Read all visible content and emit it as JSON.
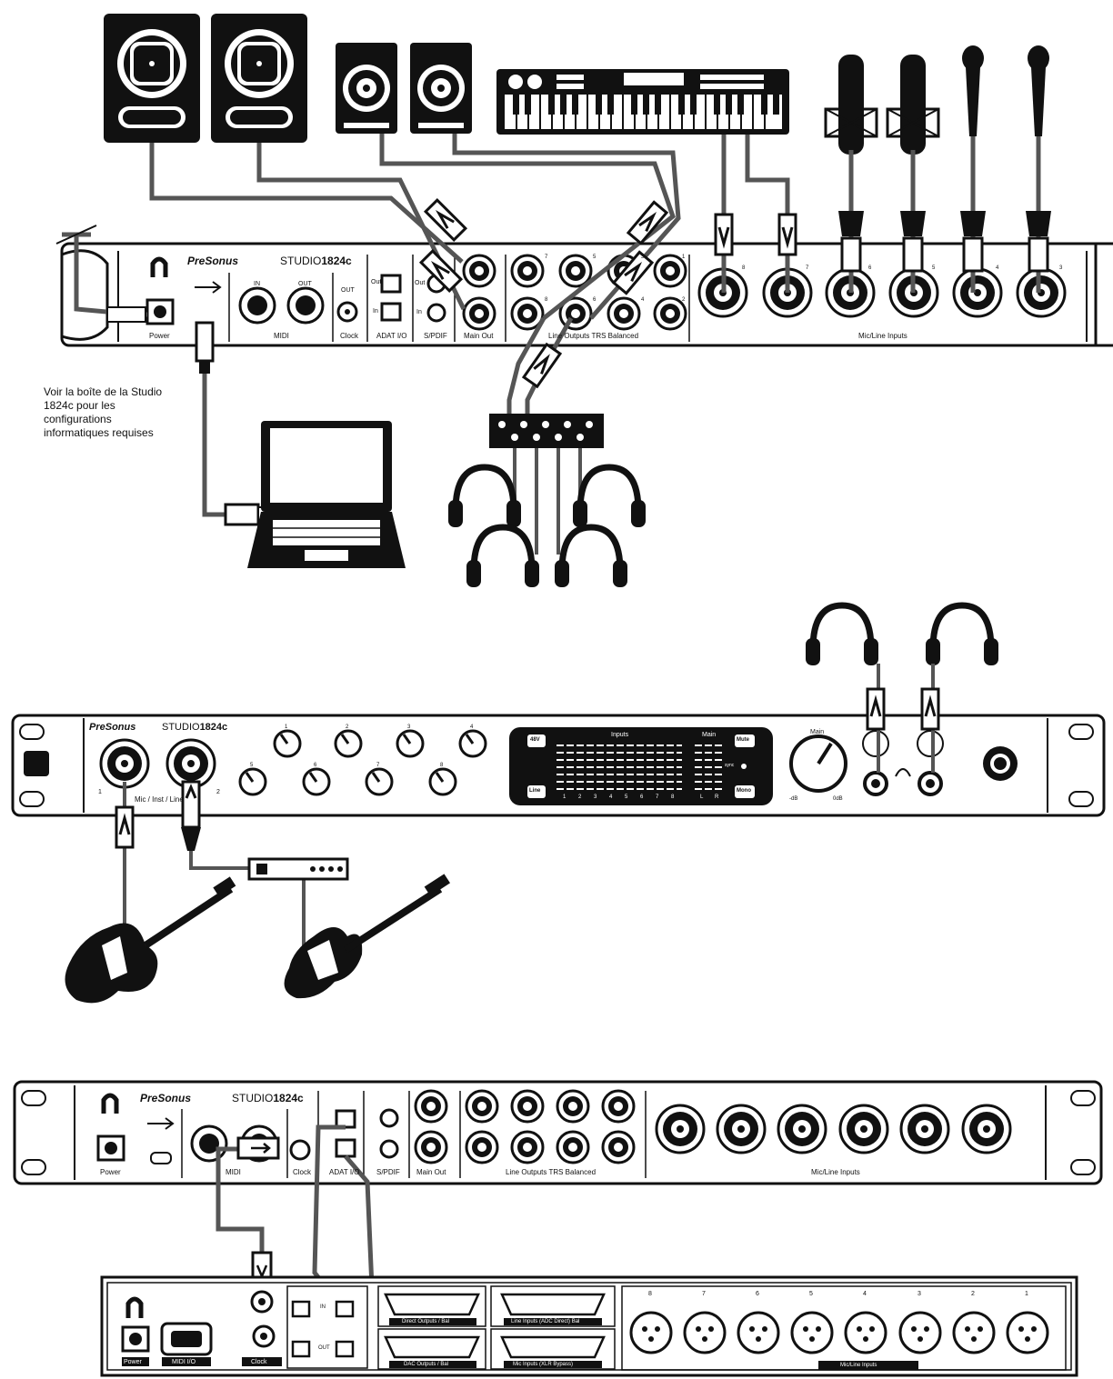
{
  "note": {
    "lines": [
      "Voir la boîte de la Studio",
      "1824c pour les",
      "configurations",
      "informatiques requises"
    ]
  },
  "panels": {
    "rear_top": {
      "brand": "PreSonus",
      "model_prefix": "STUDIO",
      "model_number": "1824c",
      "labels": {
        "power": "Power",
        "midi": "MIDI",
        "midi_in": "IN",
        "midi_out": "OUT",
        "clock": "Clock",
        "clock_out": "OUT",
        "adat": "ADAT I/O",
        "adat_out": "Out",
        "adat_in": "In",
        "spdif": "S/PDIF",
        "spdif_out": "Out",
        "spdif_in": "In",
        "main_out": "Main Out",
        "line_outputs": "Line Outputs TRS Balanced",
        "mic_line_inputs": "Mic/Line Inputs"
      },
      "jack_numbers": [
        "8",
        "7",
        "6",
        "5",
        "4",
        "3"
      ],
      "line_out_numbers": [
        "7",
        "5",
        "3",
        "1",
        "8",
        "6",
        "4",
        "2"
      ]
    },
    "front": {
      "brand": "PreSonus",
      "model_prefix": "STUDIO",
      "model_number": "1824c",
      "inputs_label": "Mic / Inst / Line",
      "input_numbers": [
        "1",
        "2"
      ],
      "gain_numbers_top": [
        "1",
        "2",
        "3",
        "4"
      ],
      "gain_numbers_bottom": [
        "5",
        "6",
        "7",
        "8"
      ],
      "meter": {
        "inputs_label": "Inputs",
        "main_label": "Main",
        "btn_48v": "48V",
        "btn_line": "Line",
        "btn_mute": "Mute",
        "btn_mono": "Mono",
        "sync_label": "sync",
        "channel_numbers": [
          "1",
          "2",
          "3",
          "4",
          "5",
          "6",
          "7",
          "8"
        ],
        "main_numbers": [
          "L",
          "R"
        ]
      },
      "main_knob_label": "Main",
      "main_knob_min": "-dB",
      "main_knob_max": "0dB"
    },
    "rear_bottom": {
      "brand": "PreSonus",
      "model_prefix": "STUDIO",
      "model_number": "1824c",
      "labels": {
        "power": "Power",
        "midi": "MIDI",
        "clock": "Clock",
        "adat": "ADAT I/O",
        "spdif": "S/PDIF",
        "main_out": "Main Out",
        "line_outputs": "Line Outputs TRS Balanced",
        "mic_line_inputs": "Mic/Line Inputs"
      }
    },
    "external": {
      "labels": {
        "power": "Power",
        "midi_io": "MIDI I/O",
        "clock": "Clock",
        "direct_outputs": "Direct Outputs / Bal",
        "line_inputs": "Line Inputs (ADC Direct) Bal",
        "dac_outputs": "DAC Outputs / Bal",
        "mic_inputs": "Mic Inputs (XLR Bypass)",
        "mic_line_inputs": "Mic/Line Inputs",
        "in": "IN",
        "out": "OUT"
      },
      "xlr_numbers": [
        "8",
        "7",
        "6",
        "5",
        "4",
        "3",
        "2",
        "1"
      ]
    }
  }
}
